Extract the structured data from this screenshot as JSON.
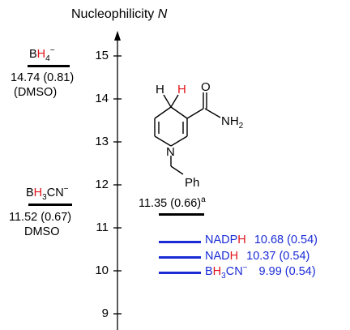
{
  "axis": {
    "title": "Nucleophilicity",
    "title_symbol": "N",
    "ticks": [
      "15",
      "14",
      "13",
      "12",
      "11",
      "10",
      "9"
    ]
  },
  "left_entries": [
    {
      "formula_parts": [
        "B",
        "H",
        "4",
        "−"
      ],
      "value": "14.74 (0.81)",
      "solvent": "(DMSO)"
    },
    {
      "formula_parts": [
        "B",
        "H",
        "3",
        "CN",
        "−"
      ],
      "value": "11.52 (0.67)",
      "solvent": "DMSO"
    }
  ],
  "structure": {
    "atoms": {
      "h_left": "H",
      "h_right": "H",
      "oxygen": "O",
      "nh2_N": "NH",
      "nh2_sub": "2",
      "ring_N": "N",
      "ph": "Ph"
    },
    "value": "11.35 (0.66)",
    "value_sup": "a"
  },
  "right_entries": [
    {
      "name_parts": [
        "NADP",
        "H"
      ],
      "value": "10.68 (0.54)"
    },
    {
      "name_parts": [
        "NAD",
        "H"
      ],
      "value": "10.37 (0.54)"
    },
    {
      "name_parts": [
        "B",
        "H",
        "3",
        "CN",
        "−"
      ],
      "value": "9.99 (0.54)"
    }
  ],
  "colors": {
    "blue": "#1a2bd6",
    "red": "#e0141b",
    "black": "#000000"
  }
}
